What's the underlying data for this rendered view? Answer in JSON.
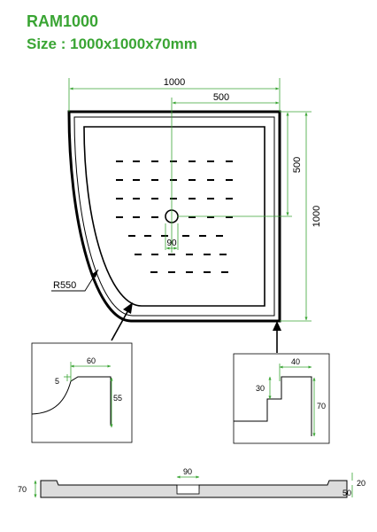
{
  "header": {
    "model": "RAM1000",
    "size": "Size : 1000x1000x70mm"
  },
  "plan": {
    "width_label": "1000",
    "half_width_label": "500",
    "half_depth_label": "500",
    "depth_label": "1000",
    "drain_label": "90",
    "radius_label": "R550"
  },
  "detail_left": {
    "rim_width": "60",
    "rim_step": "5",
    "height": "55"
  },
  "detail_right": {
    "step_width": "40",
    "step_height": "30",
    "height": "70"
  },
  "section": {
    "drain_label": "90",
    "total_height": "70",
    "top_offset": "20",
    "base_height": "50"
  },
  "colors": {
    "title": "#3aa534",
    "dimension": "#3aa534",
    "outline": "#000000"
  }
}
